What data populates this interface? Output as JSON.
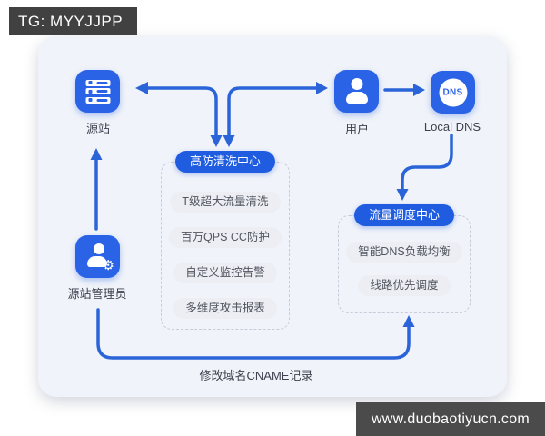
{
  "watermark": {
    "tg_label": "TG: MYYJJPP",
    "site_label": "www.duobaotiyucn.com"
  },
  "nodes": {
    "origin": {
      "label": "源站"
    },
    "user": {
      "label": "用户"
    },
    "local_dns": {
      "label": "Local DNS",
      "icon_text": "DNS"
    },
    "admin": {
      "label": "源站管理员"
    }
  },
  "boxes": {
    "cleaning_center": {
      "title": "高防清洗中心",
      "items": [
        "T级超大流量清洗",
        "百万QPS CC防护",
        "自定义监控告警",
        "多维度攻击报表"
      ]
    },
    "scheduling_center": {
      "title": "流量调度中心",
      "items": [
        "智能DNS负载均衡",
        "线路优先调度"
      ]
    }
  },
  "edges": {
    "cname_label": "修改域名CNAME记录"
  },
  "colors": {
    "accent_blue": "#2b63e6",
    "pill_blue": "#1f5ce0",
    "arrow_blue": "#2a64d8",
    "canvas_bg": "#f0f3f9",
    "item_bg": "#eceef3",
    "badge_bg": "#414141",
    "bar_bg": "#4b4b4b"
  }
}
